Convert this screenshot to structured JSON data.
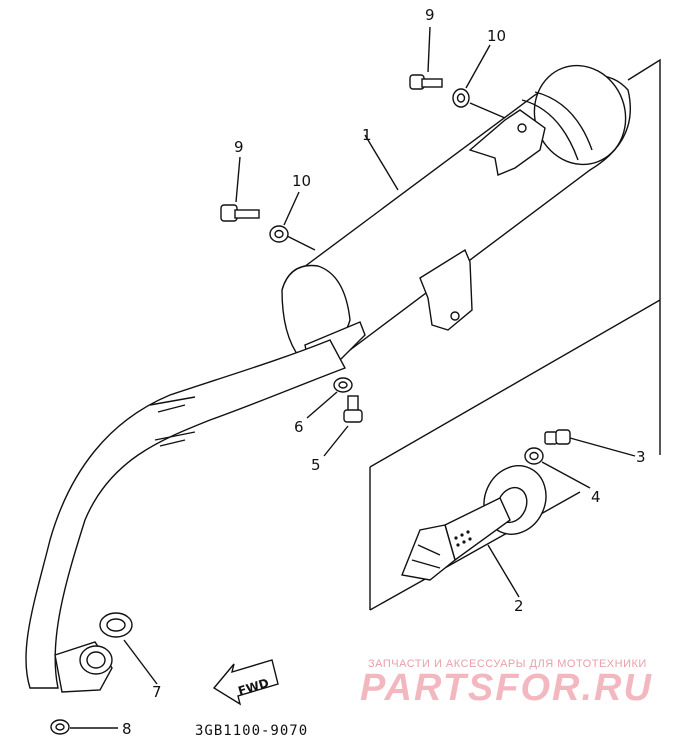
{
  "callouts": {
    "c1": "1",
    "c2": "2",
    "c3": "3",
    "c4": "4",
    "c5": "5",
    "c6": "6",
    "c7": "7",
    "c8": "8",
    "c9a": "9",
    "c9b": "9",
    "c10a": "10",
    "c10b": "10"
  },
  "fwd_label": "FWD",
  "part_code": "3GB1100-9070",
  "watermark": {
    "tagline": "ЗАПЧАСТИ И АКСЕССУАРЫ ДЛЯ МОТОТЕХНИКИ",
    "logo": "PARTSFOR.RU"
  }
}
